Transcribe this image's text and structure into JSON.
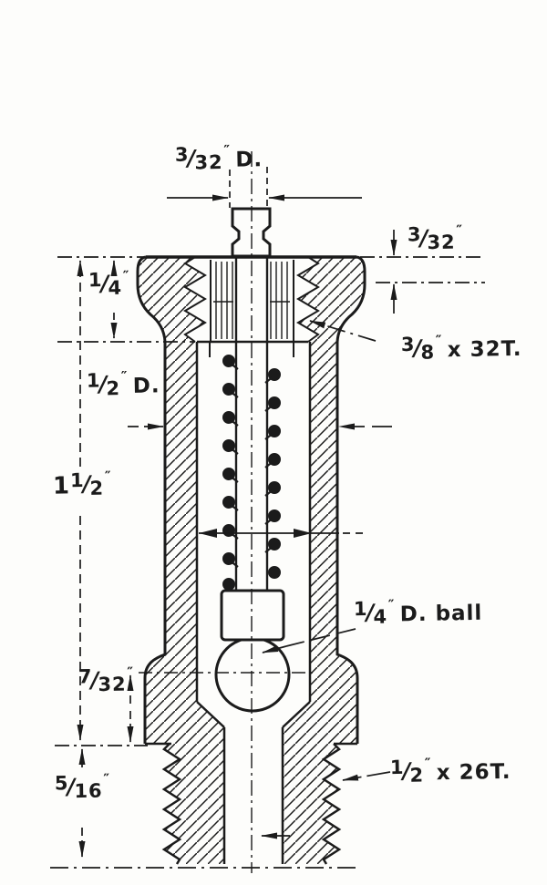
{
  "colors": {
    "ink": "#1b1b1b",
    "paper": "#fdfdfb"
  },
  "labels": {
    "stem_diameter": {
      "num": "3",
      "slash": "/",
      "den": "32",
      "unit": "″",
      "suffix": "D."
    },
    "cap_depth": {
      "num": "3",
      "slash": "/",
      "den": "32",
      "unit": "″"
    },
    "core_thread": {
      "num": "3",
      "slash": "/",
      "den": "8",
      "unit": "″",
      "suffix": "x 32T."
    },
    "cap_height": {
      "num": "1",
      "slash": "/",
      "den": "4",
      "unit": "″"
    },
    "body_diameter": {
      "num": "1",
      "slash": "/",
      "den": "2",
      "unit": "″",
      "suffix": "D."
    },
    "body_length": {
      "whole": "1",
      "num": "1",
      "slash": "/",
      "den": "2",
      "unit": "″"
    },
    "ball_diameter": {
      "num": "1",
      "slash": "/",
      "den": "4",
      "unit": "″",
      "suffix": "D. ball"
    },
    "seat_height": {
      "num": "7",
      "slash": "/",
      "den": "32",
      "unit": "″"
    },
    "thread_length": {
      "num": "5",
      "slash": "/",
      "den": "16",
      "unit": "″"
    },
    "outlet_thread": {
      "num": "1",
      "slash": "/",
      "den": "2",
      "unit": "″",
      "suffix": "x 26T."
    }
  }
}
